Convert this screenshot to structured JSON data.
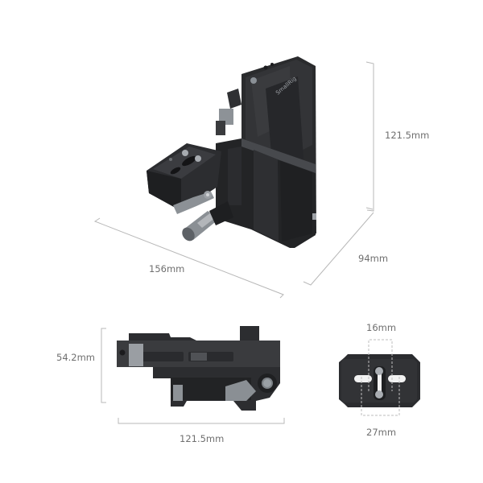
{
  "colors": {
    "background": "#ffffff",
    "dimension_line": "#b8b8b8",
    "dimension_text": "#6f6f6f",
    "product_dark": "#2a2b2d",
    "product_mid": "#3c3d40",
    "product_light": "#55575b",
    "metal_silver": "#9a9ea3"
  },
  "views": {
    "isometric": {
      "brand": "SmallRig",
      "height_label": "121.5mm",
      "depth_label": "94mm",
      "width_label": "156mm"
    },
    "side": {
      "height_label": "54.2mm",
      "width_label": "121.5mm"
    },
    "quick_release_plate": {
      "inner_spacing_label": "16mm",
      "outer_spacing_label": "27mm"
    }
  }
}
